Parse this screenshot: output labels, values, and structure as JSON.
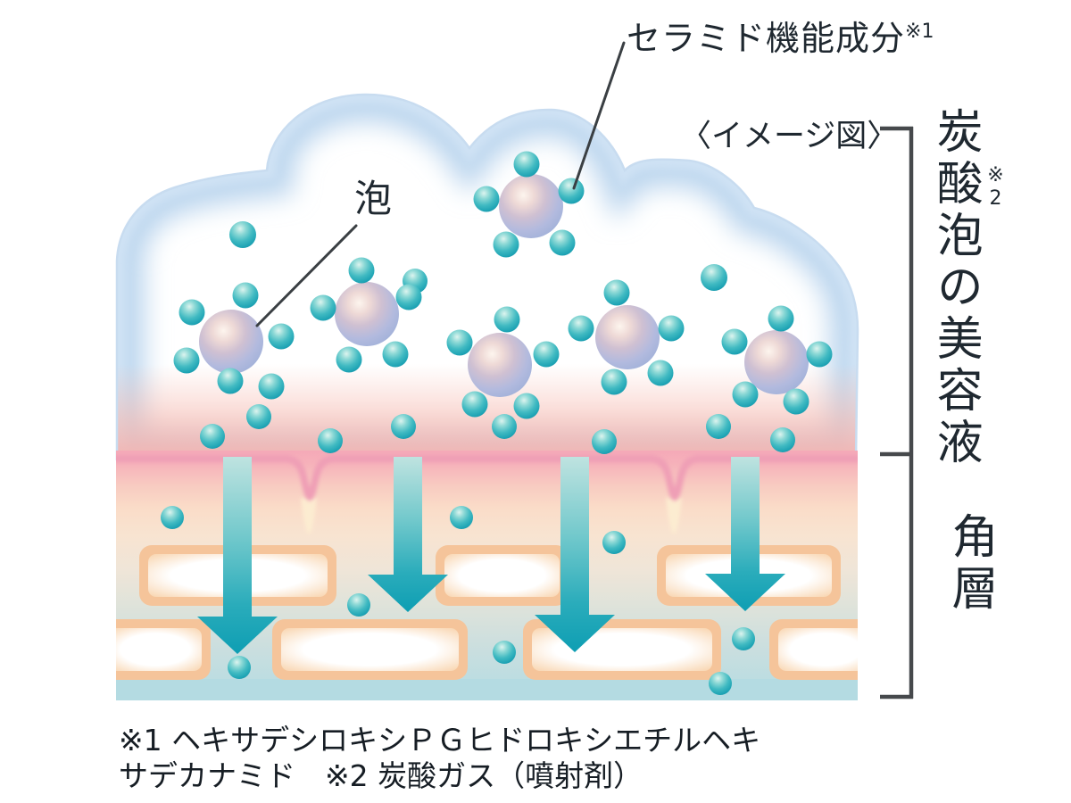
{
  "labels": {
    "ceramide": "セラミド機能成分",
    "ceramide_sup": "※1",
    "image_note": "〈イメージ図〉",
    "foam": "泡",
    "serum": "炭酸泡の美容液",
    "serum_sup": "※2",
    "skin_layer": "角層"
  },
  "footnote": {
    "line1": "※1 ヘキサデシロキシＰＧヒドロキシエチルヘキ",
    "line2": "サデカナミド　※2 炭酸ガス（噴射剤）"
  },
  "colors": {
    "text": "#1f2830",
    "cloud_edge_blue": "#bcd6ee",
    "foam_bubble_teal": "#41bac2",
    "ceramide_sphere_lavender": "#aeb6dc",
    "skin_surface_pink": "#ef9fb6",
    "skin_cell_peach": "#f5c49a",
    "arrow_teal": "#12a0b5",
    "deep_layer_teal": "#b5dbe1",
    "bracket_gray": "#46494c"
  }
}
